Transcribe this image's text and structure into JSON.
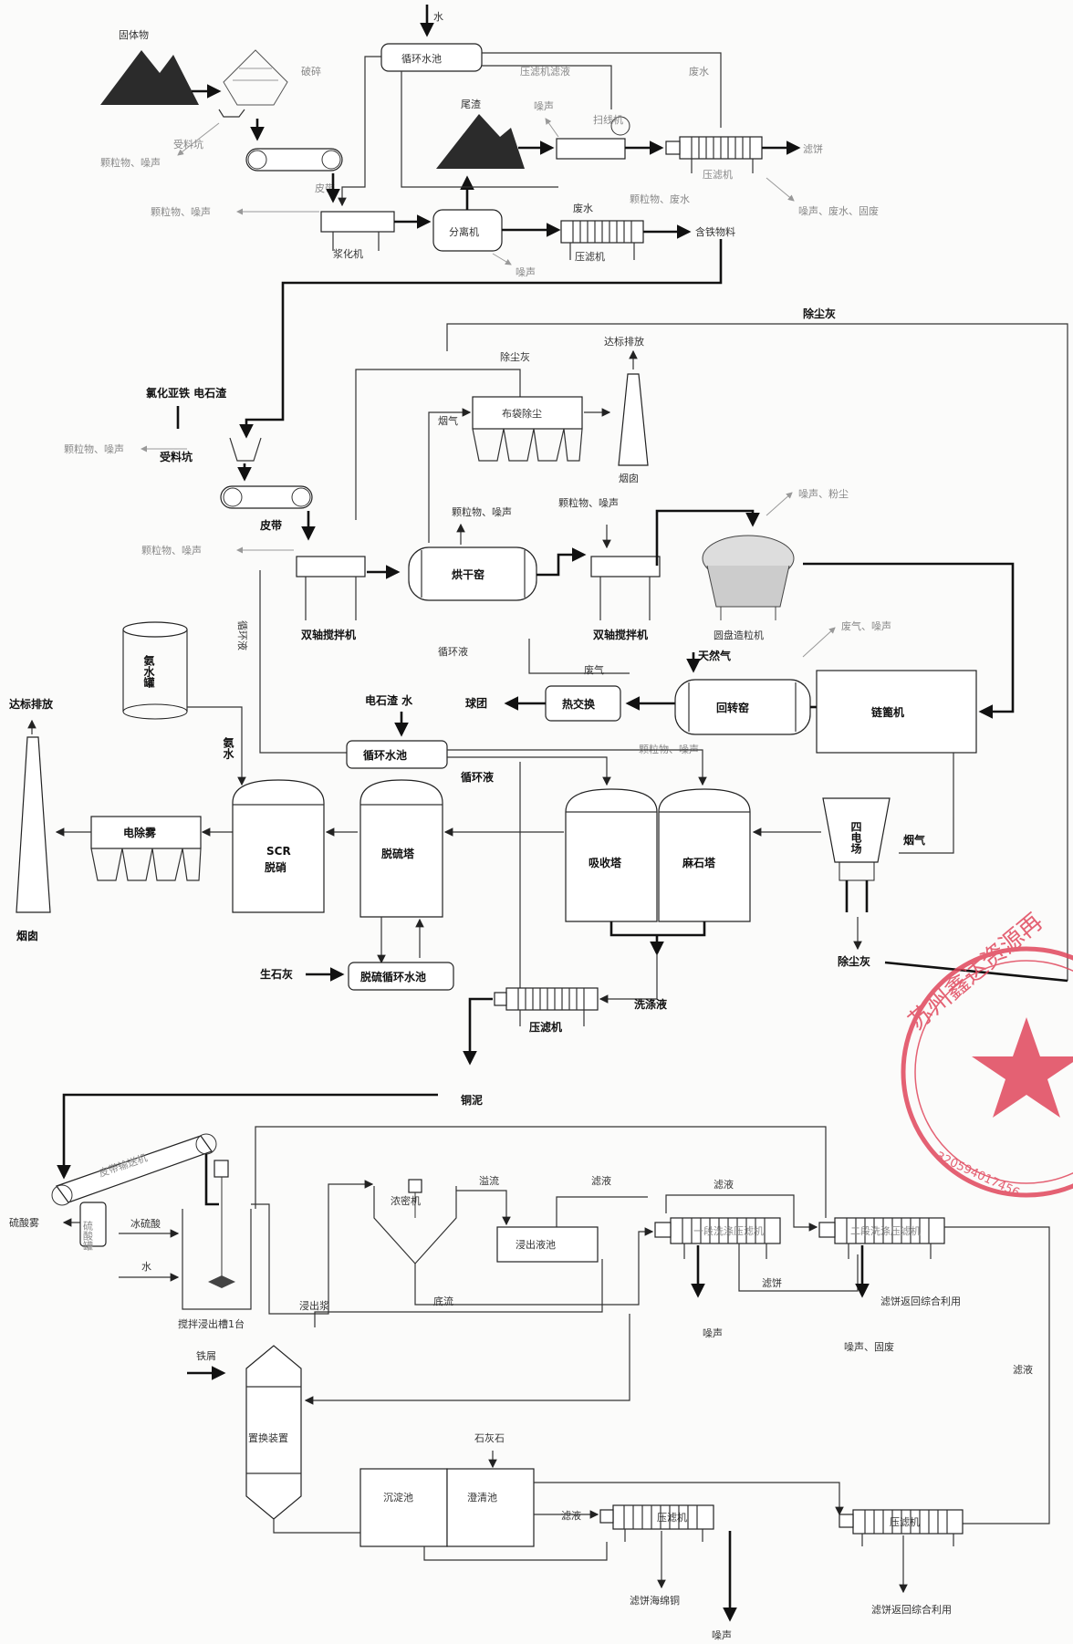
{
  "section1": {
    "raw_material": "固体物",
    "crusher": "破碎",
    "receiving_pit": "受料坑",
    "pit_emission": "颗粒物、噪声",
    "belt": "皮带",
    "pulper_emission": "颗粒物、噪声",
    "pulper": "浆化机",
    "separator": "分离机",
    "separator_noise": "噪声",
    "wastewater": "废水",
    "filter_press": "压滤机",
    "filter_emission": "颗粒物、废水",
    "iron_material": "含铁物料",
    "water": "水",
    "circulating_pool": "循环水池",
    "return_water": "压滤机滤液",
    "return_water2": "废水",
    "tailings": "尾渣",
    "noise": "噪声",
    "scavenger": "扫线机",
    "filter_press2": "压滤机",
    "filter_cake": "滤饼",
    "filter2_emission": "噪声、废水、固废"
  },
  "section2": {
    "dust_ash_top": "除尘灰",
    "dust_ash": "除尘灰",
    "emission_std": "达标排放",
    "flue_gas": "烟气",
    "bag_filter": "布袋除尘",
    "chimney": "烟囱",
    "inputs": "氯化亚铁  电石渣",
    "pit_emission": "颗粒物、噪声",
    "receiving_pit": "受料坑",
    "belt": "皮带",
    "mixer_emission": "颗粒物、噪声",
    "mixer1": "双轴搅拌机",
    "dryer_emission": "颗粒物、噪声",
    "dryer": "烘干窑",
    "mixer2_emission": "颗粒物、噪声",
    "mixer2": "双轴搅拌机",
    "granulator_emission": "噪声、粉尘",
    "granulator": "圆盘造粒机",
    "circulating_liquid": "循环液",
    "circulating_liquid_v": "循环液",
    "waste_gas": "废气",
    "natural_gas": "天然气",
    "kiln_emission": "废气、噪声",
    "pellets": "球团",
    "heat_exchange": "热交换",
    "rotary_kiln": "回转窑",
    "chain_grate": "链篦机",
    "kiln_particles": "颗粒物、噪声",
    "ammonia_tank": "氨水罐",
    "ammonia_water": "氨水",
    "carbide_water": "电石渣  水",
    "circulating_pool": "循环水池",
    "circulating_liquid2": "循环液",
    "emission_std2": "达标排放",
    "electric_demister": "电除雾",
    "scr": "SCR",
    "scr2": "脱硝",
    "desulf_tower": "脱硫塔",
    "absorber": "吸收塔",
    "limestone_tower": "麻石塔",
    "esp": "四电场",
    "flue_gas2": "烟气",
    "chimney2": "烟囱",
    "quicklime": "生石灰",
    "desulf_pool": "脱硫循环水池",
    "filter_press": "压滤机",
    "wash_liquid": "洗涤液",
    "dust_ash_bottom": "除尘灰",
    "copper_mud": "铜泥"
  },
  "section3": {
    "conveyor": "皮带输送机",
    "sulfuric_acid_mist": "硫酸雾",
    "acid_tank": "硫酸罐",
    "glacial_acid": "冰硫酸",
    "water": "水",
    "leach_tank": "搅拌浸出槽1台",
    "leach_slurry": "浸出浆",
    "thickener": "浓密机",
    "overflow": "溢流",
    "underflow": "底流",
    "filtrate_a": "滤液",
    "leach_pool": "浸出液池",
    "filtrate_b": "滤液",
    "filter1": "一段洗涤压滤机",
    "filter2": "二段洗涤压滤机",
    "filter_cake": "滤饼",
    "cake_reuse": "滤饼返回综合利用",
    "noise1": "噪声",
    "noise_solid": "噪声、固废",
    "filtrate_c": "滤液",
    "iron_scrap": "铁屑",
    "replacement": "置换装置",
    "limestone": "石灰石",
    "settling": "沉淀池",
    "clarifier": "澄清池",
    "filtrate_d": "滤液",
    "filter3": "压滤机",
    "filter4": "压滤机",
    "sponge_copper": "滤饼海绵铜",
    "cake_reuse2": "滤饼返回综合利用",
    "noise_bottom": "噪声"
  },
  "stamp": {
    "name": "苏州鑫达资源再",
    "code": "320594017456"
  },
  "colors": {
    "line": "#333333",
    "stamp": "#e0475c"
  }
}
